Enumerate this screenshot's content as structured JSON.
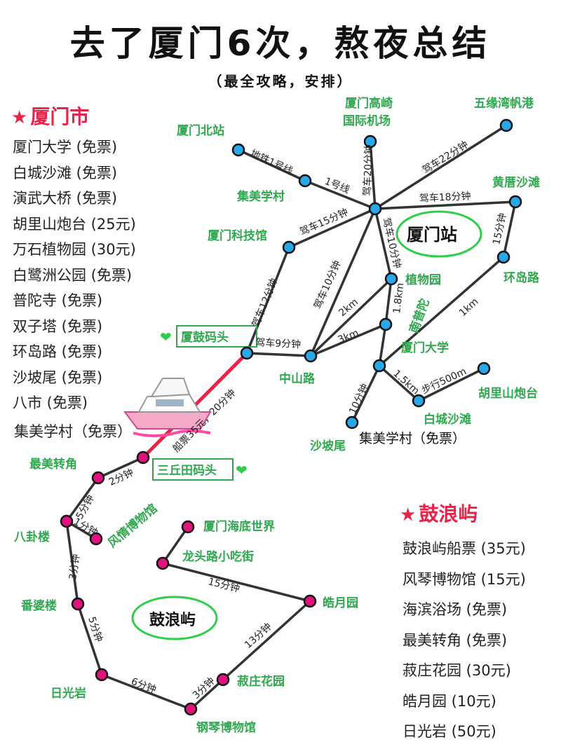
{
  "header": {
    "title": "去了厦门6次，熬夜总结",
    "subtitle": "（最全攻略，安排）"
  },
  "xiamen_section": {
    "heading": "厦门市",
    "items": [
      "厦门大学 (免票)",
      "白城沙滩 (免票)",
      "演武大桥 (免票)",
      "胡里山炮台 (25元)",
      "万石植物园 (30元)",
      "白鹭洲公园 (免票)",
      "普陀寺 (免票)",
      "双子塔 (免票)",
      "环岛路 (免票)",
      "沙坡尾 (免票)",
      "八市 (免票)"
    ],
    "extra": "集美学村（免票）"
  },
  "gulangyu_section": {
    "heading": "鼓浪屿",
    "items": [
      "鼓浪屿船票 (35元)",
      "风琴博物馆 (15元)",
      "海滨浴场 (免票)",
      "最美转角 (免票)",
      "菽庄花园 (30元)",
      "皓月园 (10元)",
      "日光岩 (50元)"
    ]
  },
  "map": {
    "nodes": {
      "north_station": "厦门北站",
      "airport_1": "厦门高崎",
      "airport_2": "国际机场",
      "wuyuan": "五缘湾帆港",
      "jimei": "集美学村",
      "huangcuo": "黄厝沙滩",
      "xiamen_station": "厦门站",
      "tech_museum": "厦门科技馆",
      "botanical": "植物园",
      "huandao": "环岛路",
      "nanputuo": "南普陀",
      "xiagu_pier": "厦鼓码头",
      "zhongshan": "中山路",
      "xmu": "厦门大学",
      "hulishan": "胡里山炮台",
      "baicheng": "白城沙滩",
      "shapowei": "沙坡尾",
      "jimei_free": "集美学村（免票）",
      "sanqiutian": "三丘田码头",
      "zuimei": "最美转角",
      "bagualou": "八卦楼",
      "fengqin": "风情博物馆",
      "underwater": "厦门海底世界",
      "longtou": "龙头路小吃街",
      "haoyue": "皓月园",
      "fanpo": "番婆楼",
      "gulangyu_label": "鼓浪屿",
      "shuzhuang": "菽庄花园",
      "riguang": "日光岩",
      "piano": "钢琴博物馆"
    },
    "edges": {
      "metro": "地铁1号线",
      "line1": "1号线",
      "drive20": "驾车20分钟",
      "drive22": "驾车22分钟",
      "drive18": "驾车18分钟",
      "drive15": "驾车15分钟",
      "min15a": "15分钟",
      "drive10a": "驾车10分钟",
      "drive10b": "驾车10分钟",
      "drive12": "驾车12分钟",
      "km2": "2km",
      "km18": "1.8km",
      "km3": "3km",
      "km1": "1km",
      "drive9": "驾车9分钟",
      "ferry": "船票35元，20分钟",
      "km15": "1.5km",
      "walk500": "步行500m",
      "min10": "10分钟",
      "min2": "2分钟",
      "min5a": "5分钟",
      "min1": "1分钟",
      "min3a": "3分钟",
      "min5b": "5分钟",
      "min6": "6分钟",
      "min3b": "3分钟",
      "min13": "13分钟",
      "min15b": "15分钟"
    }
  }
}
